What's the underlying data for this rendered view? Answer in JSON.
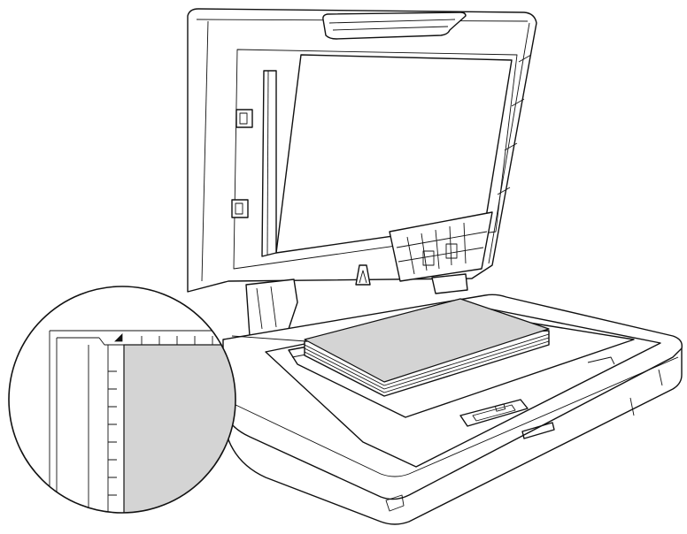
{
  "illustration": {
    "subject": "flatbed-scanner-open-lid-document-on-glass",
    "fill_color_document": "#d4d4d4",
    "line_color": "#111111",
    "background_color": "#ffffff",
    "callout": {
      "shape": "circle",
      "shows": "document-corner-aligned-to-ruler-with-arrow-mark"
    }
  }
}
